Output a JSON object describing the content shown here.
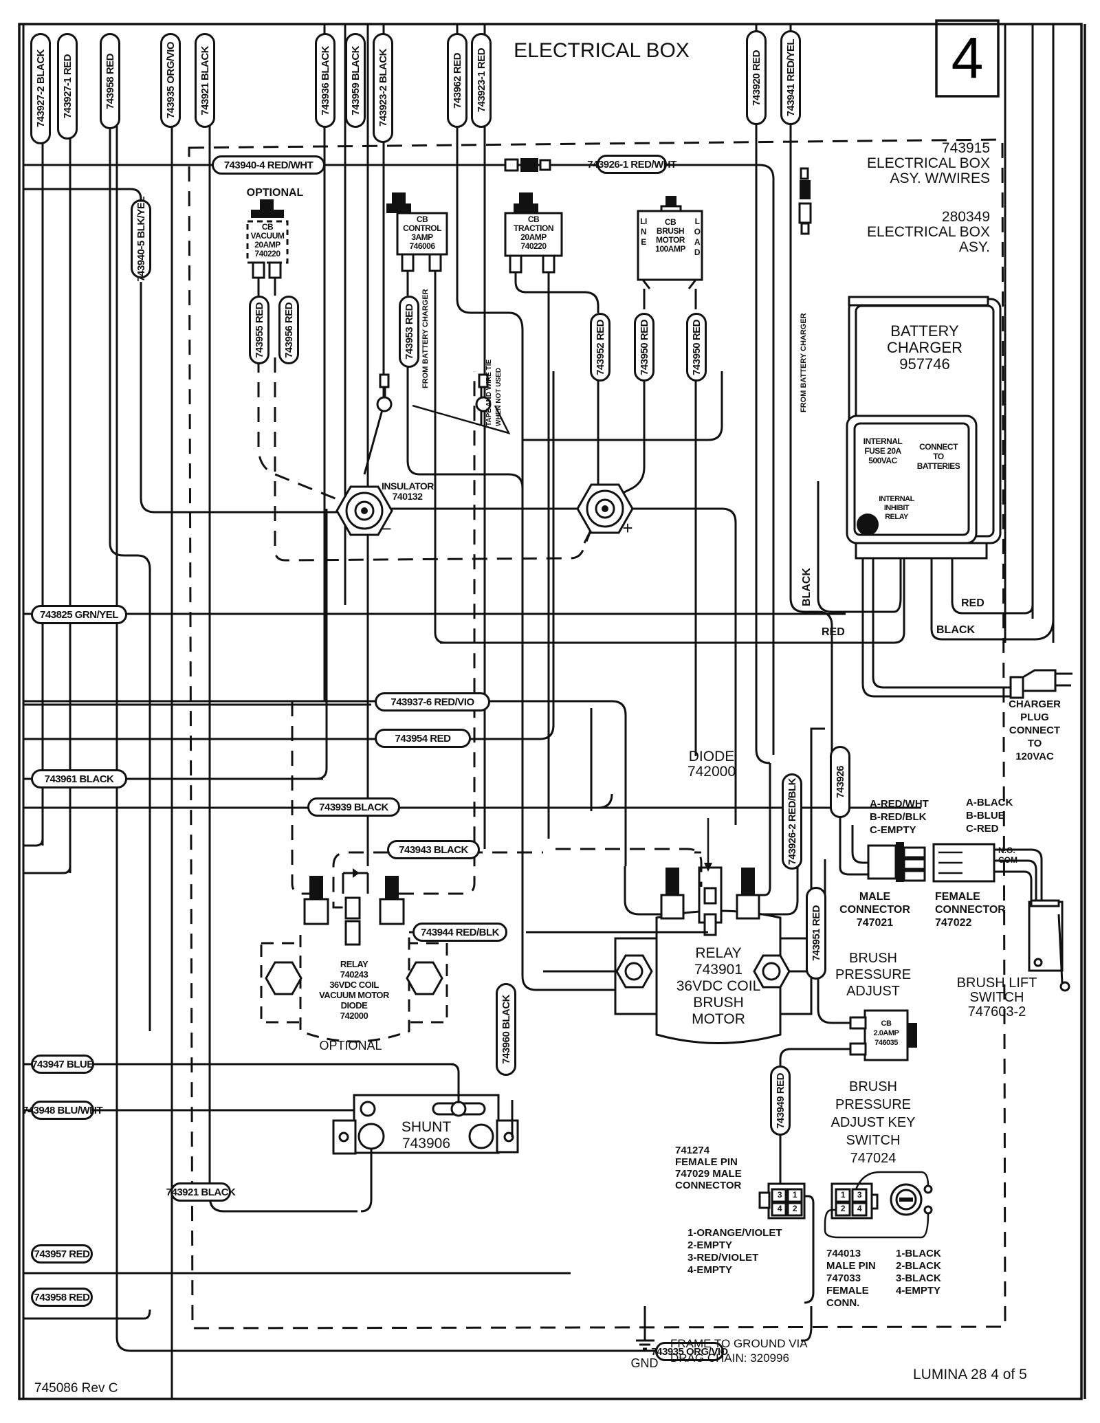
{
  "title": "ELECTRICAL BOX",
  "section_number": "4",
  "assemblies": {
    "box_with_wires": {
      "part": "743915",
      "line1": "ELECTRICAL BOX",
      "line2": "ASY. W/WIRES"
    },
    "box": {
      "part": "280349",
      "line1": "ELECTRICAL BOX",
      "line2": "ASY."
    }
  },
  "top_wire_labels": [
    "743927-2 BLACK",
    "743927-1 RED",
    "743958 RED",
    "743935 ORG/VIO",
    "743921 BLACK",
    "743936 BLACK",
    "743959 BLACK",
    "743923-2 BLACK",
    "743962 RED",
    "743923-1 RED",
    "743920 RED",
    "743941 RED/YEL"
  ],
  "horizontal_wire_labels": {
    "w743940_4": "743940-4 RED/WHT",
    "w743926_1": "743926-1 RED/WHT",
    "w743940_5": "743940-5 BLK/YEL",
    "w743825": "743825 GRN/YEL",
    "w743937_6": "743937-6 RED/VIO",
    "w743954": "743954 RED",
    "w743961": "743961 BLACK",
    "w743939": "743939 BLACK",
    "w743943": "743943 BLACK",
    "w743944": "743944 RED/BLK",
    "w743947": "743947 BLUE",
    "w743948": "743948 BLU/WHT",
    "w743921": "743921 BLACK",
    "w743957": "743957 RED",
    "w743958": "743958 RED",
    "w743935": "743935 ORG/VIO"
  },
  "vertical_wire_labels": {
    "w743955": "743955 RED",
    "w743956": "743956 RED",
    "w743953": "743953 RED",
    "w743952": "743952 RED",
    "w743950a": "743950 RED",
    "w743950b": "743950 RED",
    "w743926_2": "743926-2 RED/BLK",
    "w743926": "743926",
    "w743951": "743951 RED",
    "w743960": "743960 BLACK",
    "w743949": "743949 RED"
  },
  "notes": {
    "from_battery_charger": "FROM BATTERY CHARGER",
    "tape_tie_1": "TAPE AND WIRE TIE",
    "tape_tie_2": "WHEN NOT USED",
    "optional_top": "OPTIONAL",
    "optional_bottom": "OPTIONAL"
  },
  "breakers": [
    {
      "lines": [
        "CB",
        "VACUUM",
        "20AMP",
        "740220"
      ]
    },
    {
      "lines": [
        "CB",
        "CONTROL",
        "3AMP",
        "746006"
      ]
    },
    {
      "lines": [
        "CB",
        "TRACTION",
        "20AMP",
        "740220"
      ]
    },
    {
      "lines": [
        "CB",
        "BRUSH",
        "MOTOR",
        "100AMP"
      ],
      "side_left": "LINE",
      "side_right": "LOAD"
    }
  ],
  "insulator": {
    "name": "INSULATOR",
    "part": "740132",
    "minus": "−",
    "plus": "+"
  },
  "charger": {
    "lines": [
      "BATTERY",
      "CHARGER",
      "957746"
    ],
    "fuse": [
      "INTERNAL",
      "FUSE 20A",
      "500VAC"
    ],
    "connect": [
      "CONNECT",
      "TO",
      "BATTERIES"
    ],
    "relay": [
      "INTERNAL",
      "INHIBIT",
      "RELAY"
    ],
    "wire_black_v": "BLACK",
    "wire_red_1": "RED",
    "wire_red_2": "RED",
    "wire_black_2": "BLACK",
    "plug": [
      "CHARGER",
      "PLUG",
      "CONNECT",
      "TO",
      "120VAC"
    ]
  },
  "diode": {
    "name": "DIODE",
    "part": "742000"
  },
  "relay_brush": {
    "lines": [
      "RELAY",
      "743901",
      "36VDC COIL",
      "BRUSH",
      "MOTOR"
    ]
  },
  "relay_vacuum": {
    "lines": [
      "RELAY",
      "740243",
      "36VDC COIL",
      "VACUUM MOTOR",
      "DIODE",
      "742000"
    ]
  },
  "male_conn_pins": [
    "A-RED/WHT",
    "B-RED/BLK",
    "C-EMPTY"
  ],
  "female_conn_pins": [
    "A-BLACK",
    "B-BLUE",
    "C-RED"
  ],
  "male_connector": {
    "line1": "MALE",
    "line2": "CONNECTOR",
    "part": "747021"
  },
  "female_connector": {
    "line1": "FEMALE",
    "line2": "CONNECTOR",
    "part": "747022"
  },
  "switch_terms": {
    "no": "N.O.",
    "com": "COM"
  },
  "brush_lift": {
    "line1": "BRUSH LIFT",
    "line2": "SWITCH",
    "part": "747603-2"
  },
  "brush_pressure": {
    "lines": [
      "BRUSH",
      "PRESSURE",
      "ADJUST"
    ]
  },
  "cb_pressure": {
    "lines": [
      "CB",
      "2.0AMP",
      "746035"
    ]
  },
  "key_switch": {
    "lines": [
      "BRUSH",
      "PRESSURE",
      "ADJUST KEY",
      "SWITCH",
      "747024"
    ]
  },
  "pin_conn_1": {
    "lines": [
      "741274",
      "FEMALE PIN",
      "747029 MALE",
      "CONNECTOR"
    ],
    "pins": [
      "1-ORANGE/VIOLET",
      "2-EMPTY",
      "3-RED/VIOLET",
      "4-EMPTY"
    ]
  },
  "pin_conn_2": {
    "lines": [
      "744013",
      "MALE PIN",
      "747033",
      "FEMALE",
      "CONN."
    ],
    "pins": [
      "1-BLACK",
      "2-BLACK",
      "3-BLACK",
      "4-EMPTY"
    ]
  },
  "pin_numbers": [
    "1",
    "2",
    "3",
    "4"
  ],
  "shunt": {
    "name": "SHUNT",
    "part": "743906"
  },
  "ground": {
    "label": "GND",
    "note1": "FRAME TO GROUND VIA",
    "note2": "DRAG CHAIN: 320996"
  },
  "footer": {
    "doc": "745086 Rev C",
    "page": "LUMINA 28 4 of 5"
  }
}
